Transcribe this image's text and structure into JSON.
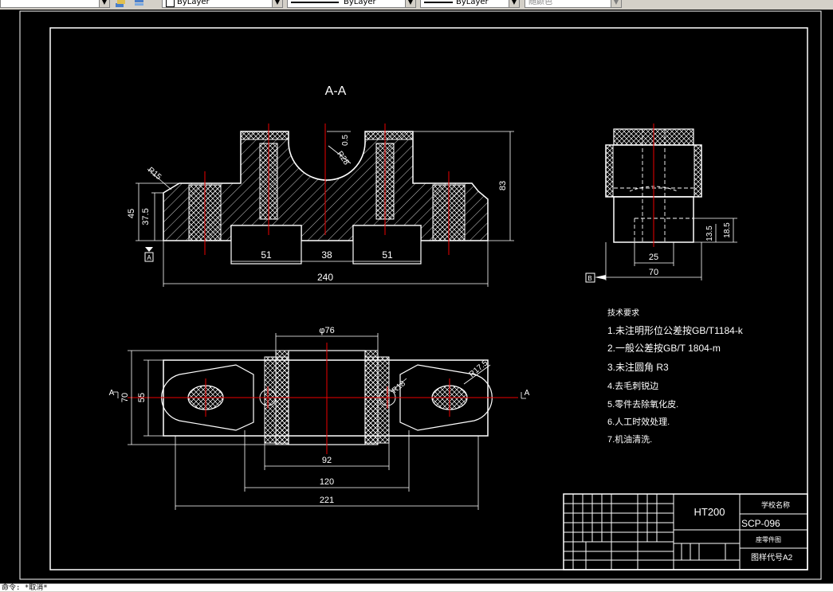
{
  "toolbar": {
    "layer_value": "ByLayer",
    "linetype_value": "ByLayer",
    "lineweight_value": "ByLayer",
    "plotstyle_value": "随颜色"
  },
  "drawing": {
    "section_label": "A-A",
    "front_view": {
      "dims": {
        "d240": "240",
        "d51a": "51",
        "d38": "38",
        "d51b": "51",
        "d45": "45",
        "d375": "37.5",
        "d83": "83",
        "r28": "R28",
        "r15": "R15",
        "d05": "0.5",
        "datum_a": "A"
      }
    },
    "side_view": {
      "dims": {
        "d25": "25",
        "d70": "70",
        "d135": "13.5",
        "d185": "18.5",
        "datum_b": "B"
      }
    },
    "top_view": {
      "dims": {
        "phi76": "φ76",
        "d92": "92",
        "d120": "120",
        "d221": "221",
        "d70": "70",
        "d55": "55",
        "r18": "R18",
        "r175": "R17.5",
        "sec_left": "A",
        "sec_right": "A"
      }
    },
    "tech_req": {
      "title": "技术要求",
      "items": [
        "1.未注明形位公差按GB/T1184-k",
        "2.一般公差按GB/T 1804-m",
        "3.未注圆角 R3",
        "4.去毛刺锐边",
        "5.零件去除氧化皮.",
        "6.人工时效处理.",
        "7.机油清洗."
      ]
    },
    "title_block": {
      "material": "HT200",
      "school": "学校名称",
      "drawing_no": "SCP-096",
      "subtitle": "座零件图",
      "scale_label": "图样代号A2",
      "note": "座零件图"
    }
  },
  "status": {
    "command_text": "命令: *取消*"
  }
}
